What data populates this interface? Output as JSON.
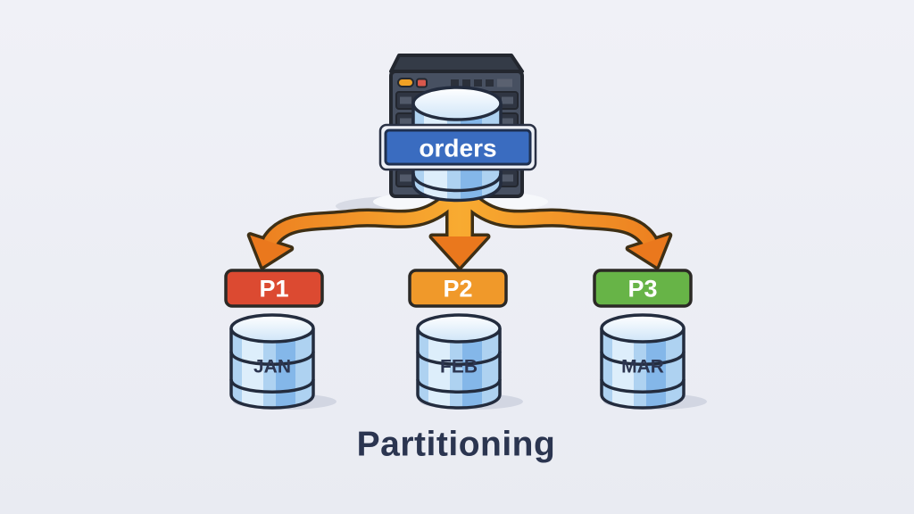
{
  "diagram": {
    "title": "Partitioning",
    "source_table": {
      "label": "orders"
    },
    "partitions": [
      {
        "label": "P1",
        "month": "JAN",
        "color": "#dc4a31"
      },
      {
        "label": "P2",
        "month": "FEB",
        "color": "#f0992a"
      },
      {
        "label": "P3",
        "month": "MAR",
        "color": "#67b447"
      }
    ],
    "icons": {
      "server": "server-icon",
      "source_database": "database-cylinder-icon",
      "partition_databases": [
        "database-cylinder-icon",
        "database-cylinder-icon",
        "database-cylinder-icon"
      ],
      "arrows": "fanout-arrow-icon"
    },
    "colors": {
      "background": "#edeff5",
      "arrow_orange": "#f5941f",
      "arrow_outline": "#3e2f15",
      "orders_badge_blue": "#3a6cc0",
      "cylinder_blue": "#aed2f1",
      "cylinder_outline": "#232c3e",
      "server_body": "#475061",
      "title_text": "#2b3550",
      "month_text": "#2c3550"
    }
  }
}
